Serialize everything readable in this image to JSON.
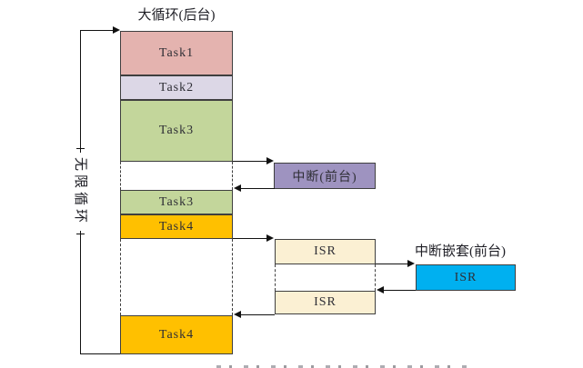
{
  "diagram": {
    "background_title": "大循环(后台)",
    "infinite_loop_label": "无限循环",
    "column": {
      "task1": "Task1",
      "task2": "Task2",
      "task3_first": "Task3",
      "task3_second": "Task3",
      "task4_first": "Task4",
      "task4_bottom": "Task4"
    },
    "interrupt": {
      "label": "中断(前台)"
    },
    "isr": {
      "first": "ISR",
      "second": "ISR",
      "nested_title": "中断嵌套(前台)",
      "nested": "ISR"
    },
    "colors": {
      "task1": "#e4b3af",
      "task2": "#dcd7e6",
      "task3": "#c3d69b",
      "task4": "#ffc000",
      "interrupt": "#9e93c0",
      "isr": "#fbf0d3",
      "nested_isr": "#00b0f0"
    }
  }
}
